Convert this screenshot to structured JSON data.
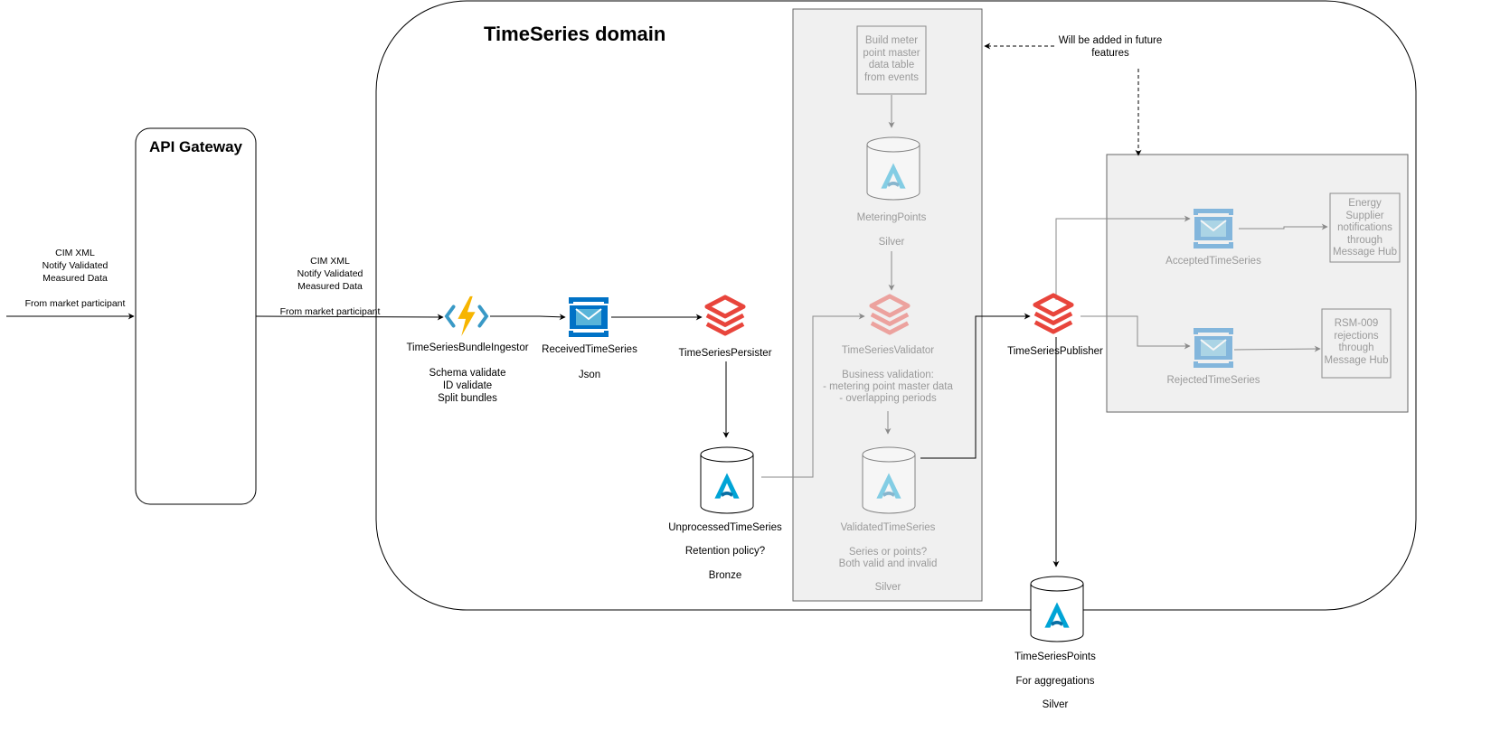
{
  "colors": {
    "stroke": "#000000",
    "faded_stroke": "#8a8a8a",
    "faded_text": "#9a9a9a",
    "grey_panel_fill": "#f0f0f0",
    "grey_panel_stroke": "#666666",
    "databricks_red": "#e8453c",
    "azure_blue": "#0078d4",
    "function_yellow": "#f7b500",
    "function_blue": "#3999c6",
    "delta_teal": "#00a4d6"
  },
  "domain": {
    "title": "TimeSeries domain"
  },
  "api_gateway": {
    "title": "API Gateway"
  },
  "inbound": {
    "external_label": "CIM XML\nNotify Validated\nMeasured Data\n\nFrom market participant",
    "gateway_label": "CIM XML\nNotify Validated\nMeasured Data\n\nFrom market participant"
  },
  "future_note": "Will be added in future\nfeatures",
  "nodes": {
    "ingestor": {
      "icon": "azure-function-icon",
      "label": "TimeSeriesBundleIngestor\n\nSchema validate\nID validate\nSplit bundles"
    },
    "received": {
      "icon": "service-bus-queue-icon",
      "label": "ReceivedTimeSeries\n\nJson"
    },
    "persister": {
      "icon": "databricks-icon",
      "label": "TimeSeriesPersister"
    },
    "unprocessed": {
      "icon": "delta-lake-icon",
      "label": "UnprocessedTimeSeries\n\nRetention policy?\n\nBronze"
    },
    "build_meter": {
      "label": "Build meter\npoint master\ndata table\nfrom events"
    },
    "metering_points": {
      "icon": "delta-lake-icon",
      "label": "MeteringPoints\n\nSilver"
    },
    "validator": {
      "icon": "databricks-icon",
      "label": "TimeSeriesValidator\n\nBusiness validation:\n- metering point master data\n- overlapping periods"
    },
    "validated": {
      "icon": "delta-lake-icon",
      "label": "ValidatedTimeSeries\n\nSeries or points?\nBoth valid and invalid\n\nSilver"
    },
    "publisher": {
      "icon": "databricks-icon",
      "label": "TimeSeriesPublisher"
    },
    "points": {
      "icon": "delta-lake-icon",
      "label": "TimeSeriesPoints\n\nFor aggregations\n\nSilver"
    },
    "accepted": {
      "icon": "service-bus-queue-icon",
      "label": "AcceptedTimeSeries"
    },
    "rejected": {
      "icon": "service-bus-queue-icon",
      "label": "RejectedTimeSeries"
    },
    "energy_supplier": {
      "label": "Energy\nSupplier\nnotifications\nthrough\nMessage Hub"
    },
    "rsm009": {
      "label": "RSM-009\nrejections\nthrough\nMessage Hub"
    }
  }
}
